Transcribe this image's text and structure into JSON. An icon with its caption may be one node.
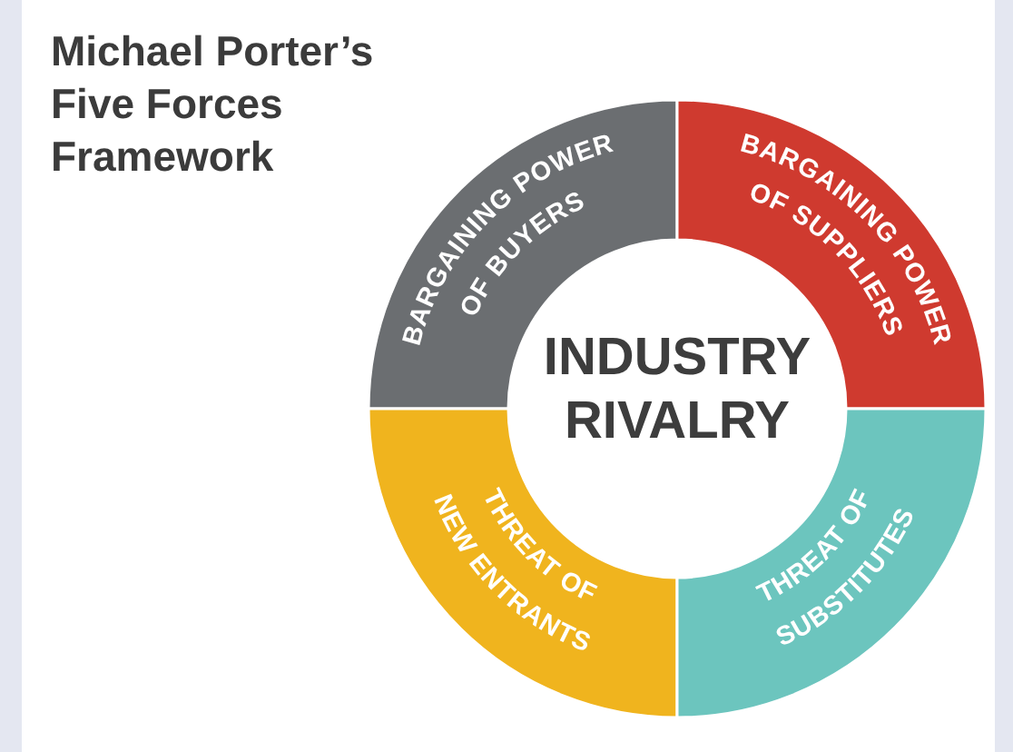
{
  "diagram": {
    "title": "Michael Porter’s Five Forces Framework",
    "nodes": [
      {
        "text": [
          "BARGAINING POWER OF BUYERS"
        ]
      },
      {
        "text": [
          "BARGAINING POWER OF SUPPLIERS"
        ]
      },
      {
        "text": [
          "INDUSTRY RIVALRY"
        ]
      },
      {
        "text": [
          "THREAT OF NEW ENTRANTS"
        ]
      },
      {
        "text": [
          "THREAT OF SUBSTITUTES"
        ]
      }
    ]
  }
}
